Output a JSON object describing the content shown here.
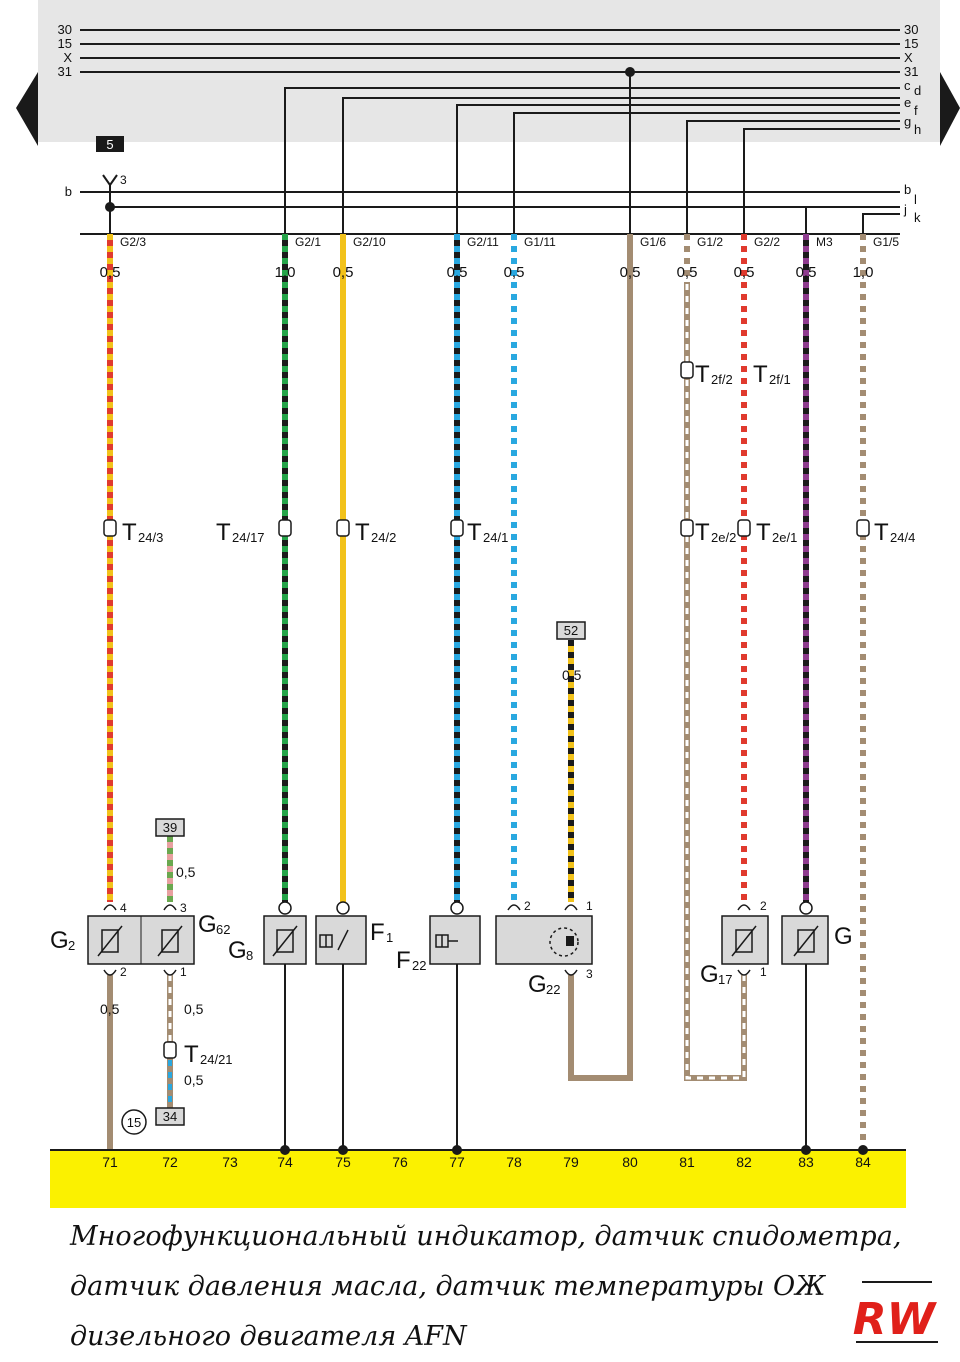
{
  "bus_lines": {
    "left_labels": [
      "30",
      "15",
      "X",
      "31"
    ],
    "right_labels": [
      "30",
      "15",
      "X",
      "31",
      "c",
      "d",
      "e",
      "f",
      "g",
      "h"
    ]
  },
  "lower_bus": {
    "left_labels": [
      "b"
    ],
    "right_labels": [
      "b",
      "l",
      "j",
      "k"
    ],
    "connector_3": "3"
  },
  "section_badge": "5",
  "wires": [
    {
      "id": "71",
      "pin": "G2/3",
      "size": "0,5",
      "colors": [
        "#e03a2e",
        "#f2c21a"
      ]
    },
    {
      "id": "74",
      "pin": "G2/1",
      "size": "1,0",
      "colors": [
        "#1a1a1a",
        "#25a449"
      ]
    },
    {
      "id": "75",
      "pin": "G2/10",
      "size": "0,5",
      "colors": [
        "#f2c21a",
        "#f2c21a"
      ]
    },
    {
      "id": "77",
      "pin": "G2/11",
      "size": "0,5",
      "colors": [
        "#1a1a1a",
        "#29a8e0"
      ]
    },
    {
      "id": "78",
      "pin": "G1/11",
      "size": "0,5",
      "colors": [
        "#ffffff",
        "#29a8e0"
      ]
    },
    {
      "id": "80",
      "pin": "G1/6",
      "size": "0,5",
      "colors": [
        "#a38c72",
        "#a38c72"
      ]
    },
    {
      "id": "81",
      "pin": "G1/2",
      "size": "0,5",
      "colors": [
        "#ffffff",
        "#a38c72"
      ]
    },
    {
      "id": "82",
      "pin": "G2/2",
      "size": "0,5",
      "colors": [
        "#ffffff",
        "#e03a2e"
      ]
    },
    {
      "id": "83",
      "pin": "M3",
      "size": "0,5",
      "colors": [
        "#1a1a1a",
        "#8e3b8e"
      ]
    },
    {
      "id": "84",
      "pin": "G1/5",
      "size": "1,0",
      "colors": [
        "#ffffff",
        "#a38c72"
      ]
    }
  ],
  "connectors": {
    "t24_3": {
      "main": "T",
      "sub": "24/3"
    },
    "t24_17": {
      "main": "T",
      "sub": "24/17"
    },
    "t24_2": {
      "main": "T",
      "sub": "24/2"
    },
    "t24_1": {
      "main": "T",
      "sub": "24/1"
    },
    "t2e_2": {
      "main": "T",
      "sub": "2e/2"
    },
    "t2e_1": {
      "main": "T",
      "sub": "2e/1"
    },
    "t24_4": {
      "main": "T",
      "sub": "24/4"
    },
    "t2f_2": {
      "main": "T",
      "sub": "2f/2"
    },
    "t2f_1": {
      "main": "T",
      "sub": "2f/1"
    },
    "t24_21": {
      "main": "T",
      "sub": "24/21"
    }
  },
  "refs": {
    "r39": "39",
    "r52": "52",
    "r34": "34",
    "circle15": "15"
  },
  "components": {
    "g2": {
      "main": "G",
      "sub": "2"
    },
    "g62": {
      "main": "G",
      "sub": "62"
    },
    "g8": {
      "main": "G",
      "sub": "8"
    },
    "f1": {
      "main": "F",
      "sub": "1"
    },
    "f22": {
      "main": "F",
      "sub": "22"
    },
    "g22": {
      "main": "G",
      "sub": "22"
    },
    "g17": {
      "main": "G",
      "sub": "17"
    },
    "g": {
      "main": "G"
    }
  },
  "pins": {
    "g2_top": "4",
    "g2_bottom": "2",
    "g62_top": "3",
    "g62_bottom": "1",
    "g22_p2": "2",
    "g22_p1": "1",
    "g22_p3": "3",
    "g17_top": "2",
    "g17_bottom": "1"
  },
  "sizes": {
    "w39": "0,5",
    "w71_low": "0,5",
    "w72_low": "0,5",
    "w72_bottom": "0,5",
    "w52": "0,5"
  },
  "ground_numbers": [
    "71",
    "72",
    "73",
    "74",
    "75",
    "76",
    "77",
    "78",
    "79",
    "80",
    "81",
    "82",
    "83",
    "84"
  ],
  "caption": {
    "line1": "Многофункциональный индикатор, датчик спидометра,",
    "line2": "датчик давления масла, датчик температуры ОЖ",
    "line3": "дизельного двигателя AFN"
  },
  "logo": {
    "text": "RW",
    "color": "#e0201a"
  },
  "colors": {
    "bus_bg": "#e6e6e6",
    "ground_bar": "#fbf100",
    "badge": "#1a1a1a",
    "ref_box": "#d9d9d9",
    "component_box": "#d9d9d9"
  }
}
